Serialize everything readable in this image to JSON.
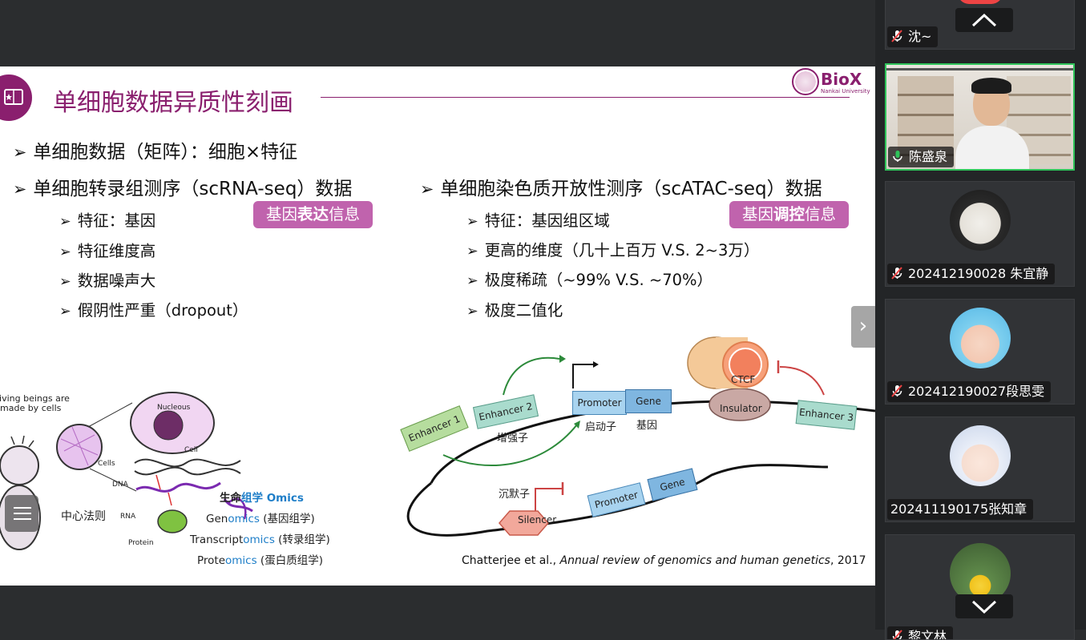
{
  "slide": {
    "title": "单细胞数据异质性刻画",
    "logo_text": "BioX",
    "logo_sub": "Nankai University",
    "bullet_main": "单细胞数据（矩阵）：细胞×特征",
    "left_col": {
      "heading": "单细胞转录组测序（scRNA-seq）数据",
      "tag_pre": "基因",
      "tag_bold": "表达",
      "tag_post": "信息",
      "items": [
        "特征：基因",
        "特征维度高",
        "数据噪声大",
        "假阴性严重（dropout）"
      ]
    },
    "right_col": {
      "heading": "单细胞染色质开放性测序（scATAC-seq）数据",
      "tag_pre": "基因",
      "tag_bold": "调控",
      "tag_post": "信息",
      "items": [
        "特征：基因组区域",
        "更高的维度（几十上百万 V.S. 2~3万）",
        "极度稀疏（~99% V.S. ~70%）",
        "极度二值化"
      ]
    },
    "left_diagram": {
      "living_beings": "living beings are",
      "made_by": "made by cells",
      "nucleous": "Nucleous",
      "cell": "Cell",
      "cells": "Cells",
      "dna": "DNA",
      "rna": "RNA",
      "protein": "Protein",
      "central_dogma": "中心法则",
      "omics_title_pre": "生命",
      "omics_title_hl": "组学 Omics",
      "genomics_pre": "Gen",
      "genomics_hl": "omics",
      "genomics_cn": " (基因组学)",
      "transcriptomics_pre": "Transcript",
      "transcriptomics_hl": "omics",
      "transcriptomics_cn": " (转录组学)",
      "proteomics_pre": "Prote",
      "proteomics_hl": "omics",
      "proteomics_cn": " (蛋白质组学)"
    },
    "right_diagram": {
      "enhancer1": "Enhancer 1",
      "enhancer2": "Enhancer 2",
      "enhancer_cn": "增强子",
      "promoter": "Promoter",
      "promoter_cn": "启动子",
      "gene": "Gene",
      "gene_cn": "基因",
      "ctcf": "CTCF",
      "insulator": "Insulator",
      "enhancer3": "Enhancer 3",
      "silencer": "Silencer",
      "silencer_cn": "沉默子",
      "promoter2": "Promoter",
      "gene2": "Gene"
    },
    "citation_author": "Chatterjee et al., ",
    "citation_journal": "Annual review of genomics and human genetics",
    "citation_year": ", 2017"
  },
  "participants": [
    {
      "name": "沈~",
      "muted": true
    },
    {
      "name": "陈盛泉",
      "muted": false,
      "speaking": true
    },
    {
      "name": "202412190028 朱宜静",
      "muted": true
    },
    {
      "name": "202412190027段思雯",
      "muted": true
    },
    {
      "name": "202411190175张知章",
      "muted": false
    },
    {
      "name": "黎文林",
      "muted": true
    }
  ],
  "colors": {
    "accent": "#8a1f6e",
    "tag": "#c063ad",
    "speaking": "#2fc45a",
    "omics_blue": "#1e7ec8"
  },
  "icons": {
    "next": "chevron-right-icon",
    "menu": "list-menu-icon",
    "scroll_up": "chevron-up-icon",
    "scroll_down": "chevron-down-icon",
    "mic_muted": "mic-muted-icon",
    "mic_active": "mic-icon"
  }
}
